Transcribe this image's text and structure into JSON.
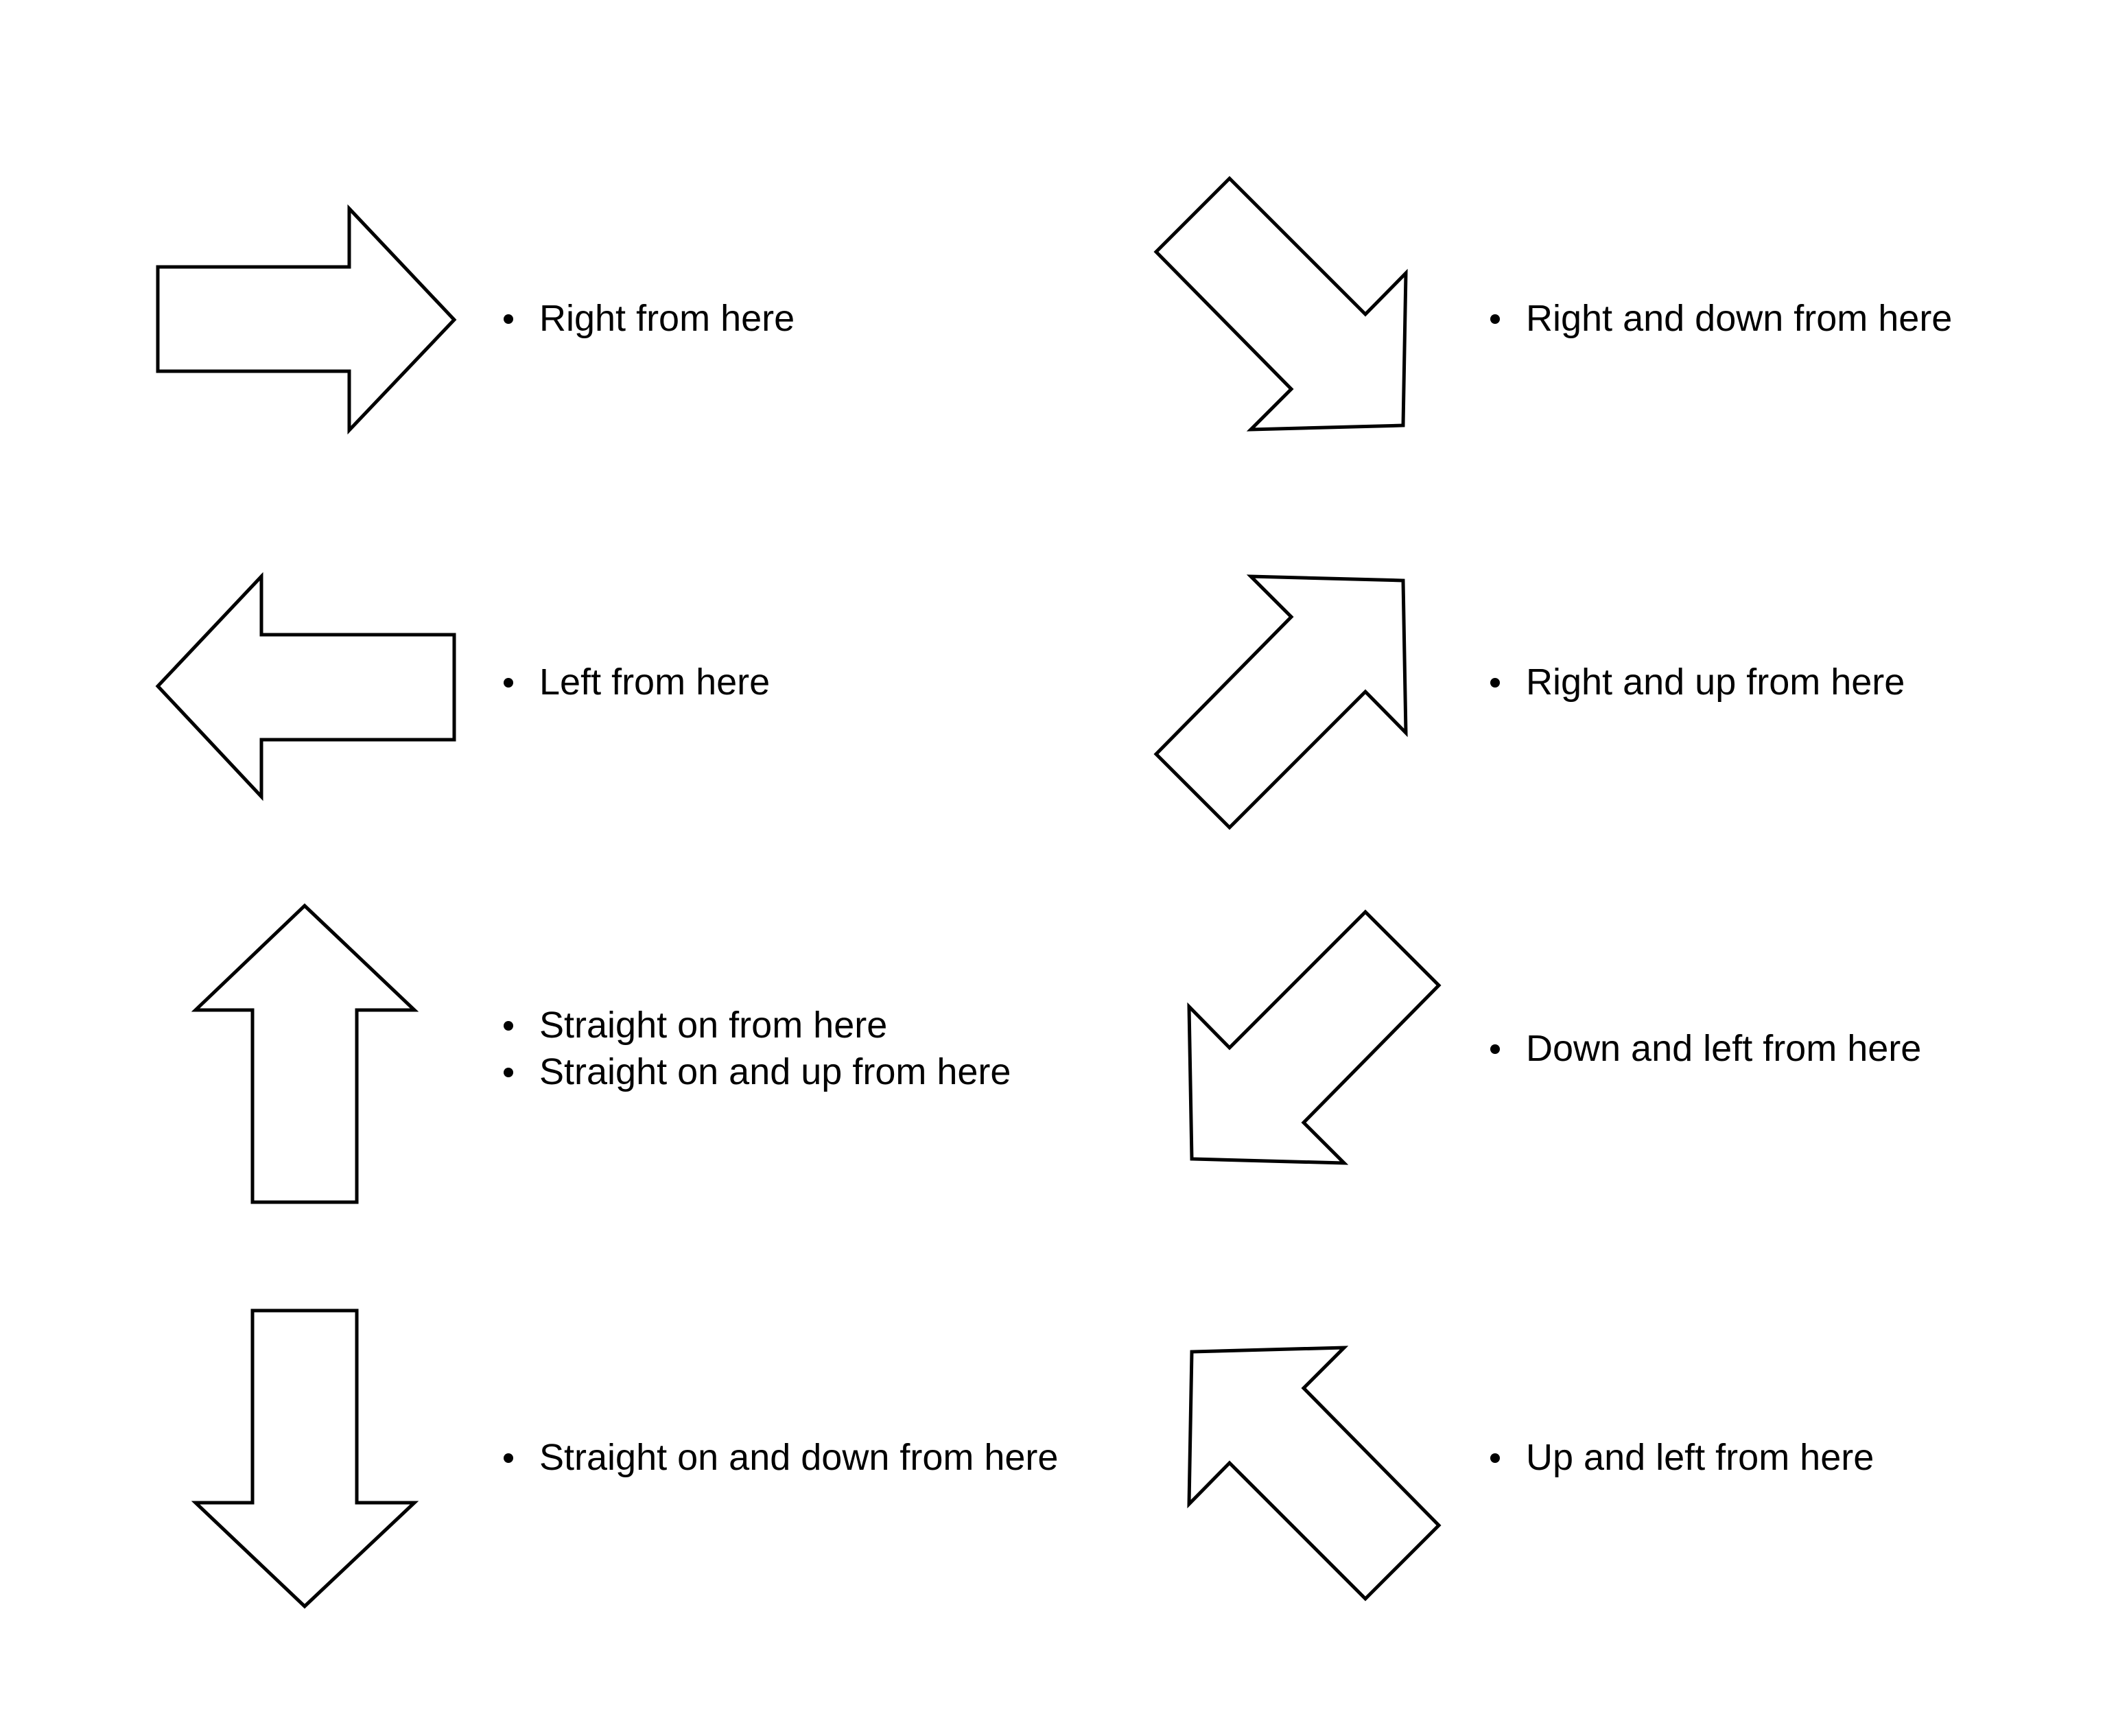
{
  "directions": {
    "right": {
      "icon": "arrow-right-icon",
      "labels": [
        "Right from here"
      ]
    },
    "left": {
      "icon": "arrow-left-icon",
      "labels": [
        "Left from here"
      ]
    },
    "straight": {
      "icon": "arrow-up-icon",
      "labels": [
        "Straight on from here",
        "Straight on and up from here"
      ]
    },
    "down": {
      "icon": "arrow-down-icon",
      "labels": [
        "Straight on and down from here"
      ]
    },
    "right_down": {
      "icon": "arrow-down-right-icon",
      "labels": [
        "Right and down from here"
      ]
    },
    "right_up": {
      "icon": "arrow-up-right-icon",
      "labels": [
        "Right and up from here"
      ]
    },
    "down_left": {
      "icon": "arrow-down-left-icon",
      "labels": [
        "Down and left from here"
      ]
    },
    "up_left": {
      "icon": "arrow-up-left-icon",
      "labels": [
        "Up and left from here"
      ]
    }
  },
  "colors": {
    "stroke": "#000000",
    "fill": "#ffffff",
    "background": "#ffffff"
  }
}
